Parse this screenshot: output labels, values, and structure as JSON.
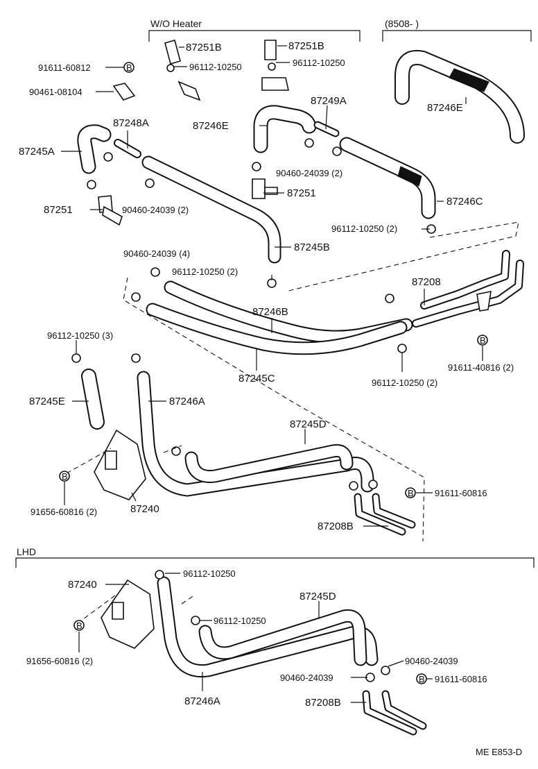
{
  "sections": {
    "wo_heater": "W/O Heater",
    "prod_date": "(8508-        )",
    "lhd": "LHD"
  },
  "bolt_mark": "B",
  "parts": {
    "p91611_60812": "91611-60812",
    "p90461_08104": "90461-08104",
    "p87251B_a": "87251B",
    "p87251B_b": "87251B",
    "p96112_10250_a": "96112-10250",
    "p96112_10250_b": "96112-10250",
    "p87246E_a": "87246E",
    "p87249A": "87249A",
    "p87246E_b": "87246E",
    "p87248A": "87248A",
    "p87245A": "87245A",
    "p90460_24039_2a": "90460-24039 (2)",
    "p87251_a": "87251",
    "p87251_b": "87251",
    "p90460_24039_2b": "90460-24039 (2)",
    "p87246C": "87246C",
    "p96112_10250_2a": "96112-10250 (2)",
    "p87245B": "87245B",
    "p90460_24039_4": "90460-24039 (4)",
    "p96112_10250_2b": "96112-10250 (2)",
    "p87208": "87208",
    "p87246B": "87246B",
    "p91611_40816_2": "91611-40816 (2)",
    "p96112_10250_3": "96112-10250 (3)",
    "p87245C": "87245C",
    "p96112_10250_2c": "96112-10250 (2)",
    "p87245E": "87245E",
    "p87246A_a": "87246A",
    "p87245D_a": "87245D",
    "p91611_60816_a": "91611-60816",
    "p91656_60816_2a": "91656-60816 (2)",
    "p87240_a": "87240",
    "p87208B_a": "87208B",
    "p87240_b": "87240",
    "p96112_10250_c": "96112-10250",
    "p87245D_b": "87245D",
    "p96112_10250_d": "96112-10250",
    "p91656_60816_2b": "91656-60816 (2)",
    "p90460_24039_a": "90460-24039",
    "p90460_24039_b": "90460-24039",
    "p91611_60816_b": "91611-60816",
    "p87246A_b": "87246A",
    "p87208B_b": "87208B"
  },
  "footer": {
    "code": "ME E853-D"
  }
}
